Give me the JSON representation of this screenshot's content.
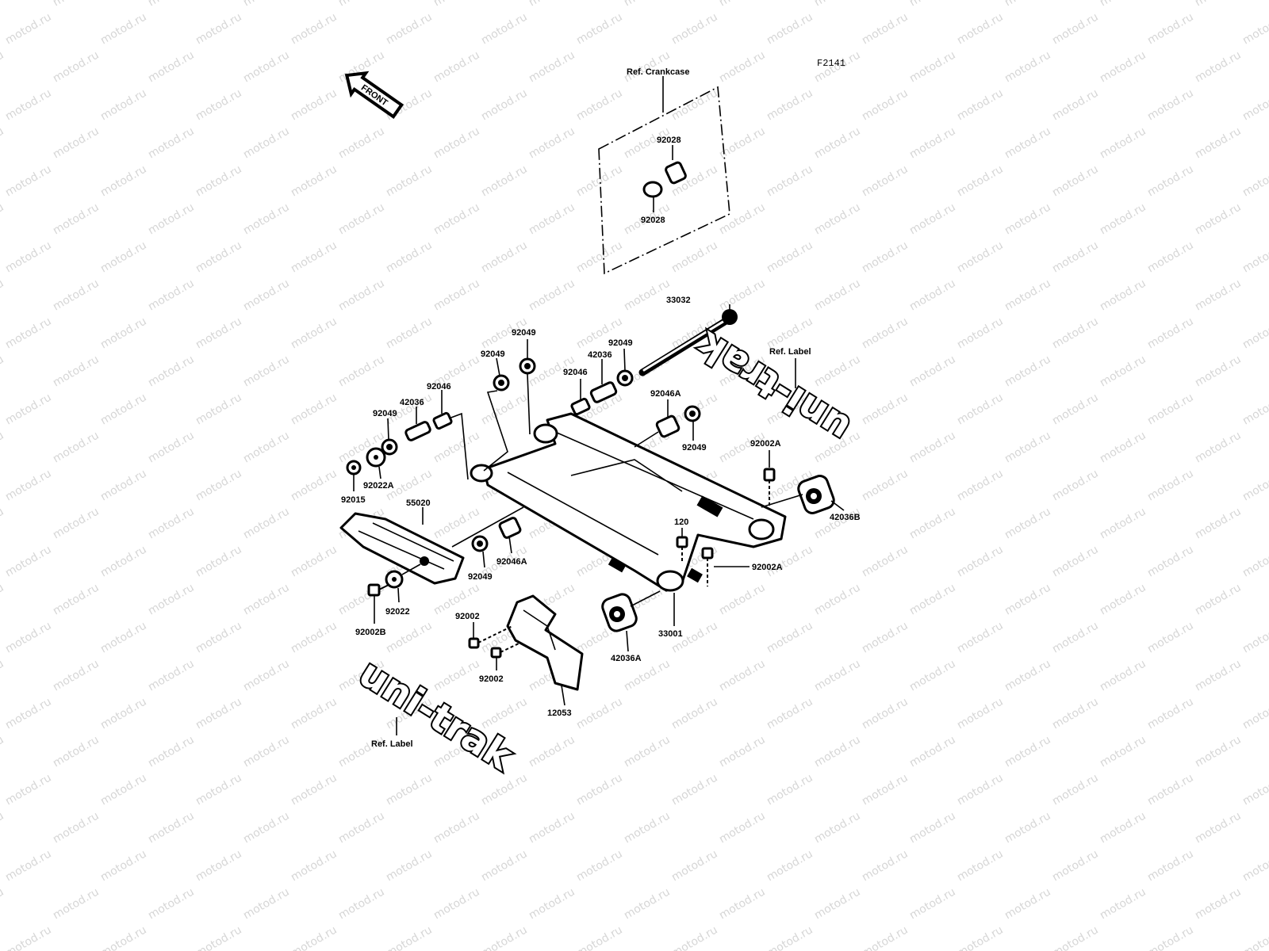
{
  "diagram_code": "F2141",
  "front_arrow": "FRONT",
  "ref_crankcase": "Ref. Crankcase",
  "ref_label_upper": "Ref. Label",
  "ref_label_lower": "Ref. Label",
  "decal_text": "uni-trak",
  "watermark": "motod.ru",
  "parts": {
    "p92028_top": "92028",
    "p92028_bottom": "92028",
    "p33032": "33032",
    "p92049_a": "92049",
    "p92049_b": "92049",
    "p92049_c": "92049",
    "p42036_a": "42036",
    "p92046_a": "92046",
    "p92046_b": "92046",
    "p92049_d": "92049",
    "p42036_b": "42036",
    "p92046A_a": "92046A",
    "p92049_e": "92049",
    "p92002A_a": "92002A",
    "p92022A": "92022A",
    "p92015": "92015",
    "p55020": "55020",
    "p120": "120",
    "p42036B": "42036B",
    "p92002A_b": "92002A",
    "p92049_f": "92049",
    "p92046A_b": "92046A",
    "p92022": "92022",
    "p92002B": "92002B",
    "p92002_a": "92002",
    "p92002_b": "92002",
    "p33001": "33001",
    "p42036A": "42036A",
    "p12053": "12053"
  }
}
